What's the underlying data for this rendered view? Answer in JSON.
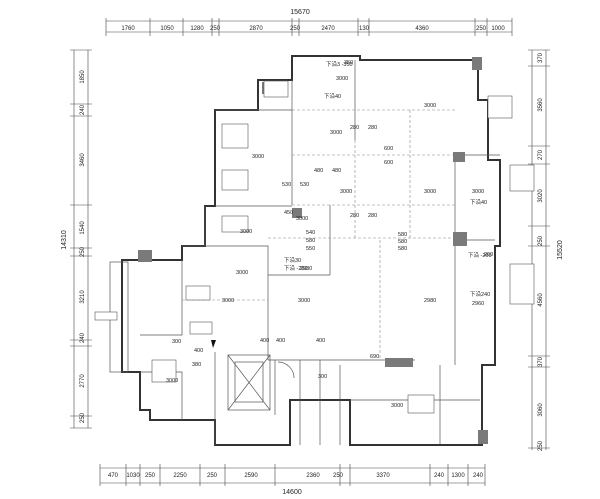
{
  "plan": {
    "top_total": "15670",
    "top_dims": [
      "1760",
      "1050",
      "1280",
      "250",
      "2870",
      "250",
      "2470",
      "130",
      "4360",
      "250",
      "1000"
    ],
    "bottom_total": "14600",
    "bottom_dims": [
      "470",
      "1030",
      "250",
      "2250",
      "250",
      "2590",
      "2360",
      "250",
      "3370",
      "240",
      "1300",
      "240"
    ],
    "left_total": "14310",
    "left_dims": [
      "1850",
      "240",
      "3460",
      "1540",
      "250",
      "3210",
      "240",
      "2770",
      "250"
    ],
    "right_total": "15520",
    "right_dims": [
      "370",
      "3560",
      "270",
      "3020",
      "250",
      "4560",
      "370",
      "3060",
      "250"
    ],
    "ceiling_labels": [
      "3000",
      "3000",
      "3000",
      "3000",
      "3000",
      "3000",
      "3000",
      "3000",
      "3000",
      "3000",
      "3000",
      "3000",
      "3000",
      "3000",
      "2980",
      "2980",
      "2960",
      "600",
      "600",
      "280",
      "280",
      "280",
      "280",
      "480",
      "480",
      "530",
      "530",
      "450",
      "540",
      "550",
      "580",
      "580",
      "400",
      "400",
      "380",
      "300",
      "300",
      "690",
      "400",
      "400",
      "260",
      "580",
      "580",
      "350"
    ],
    "beam_labels": [
      "下沿3 -350",
      "下沿40",
      "下沿40",
      "下沿30",
      "下沿 -260",
      "下沿 -260",
      "下沿240"
    ]
  }
}
